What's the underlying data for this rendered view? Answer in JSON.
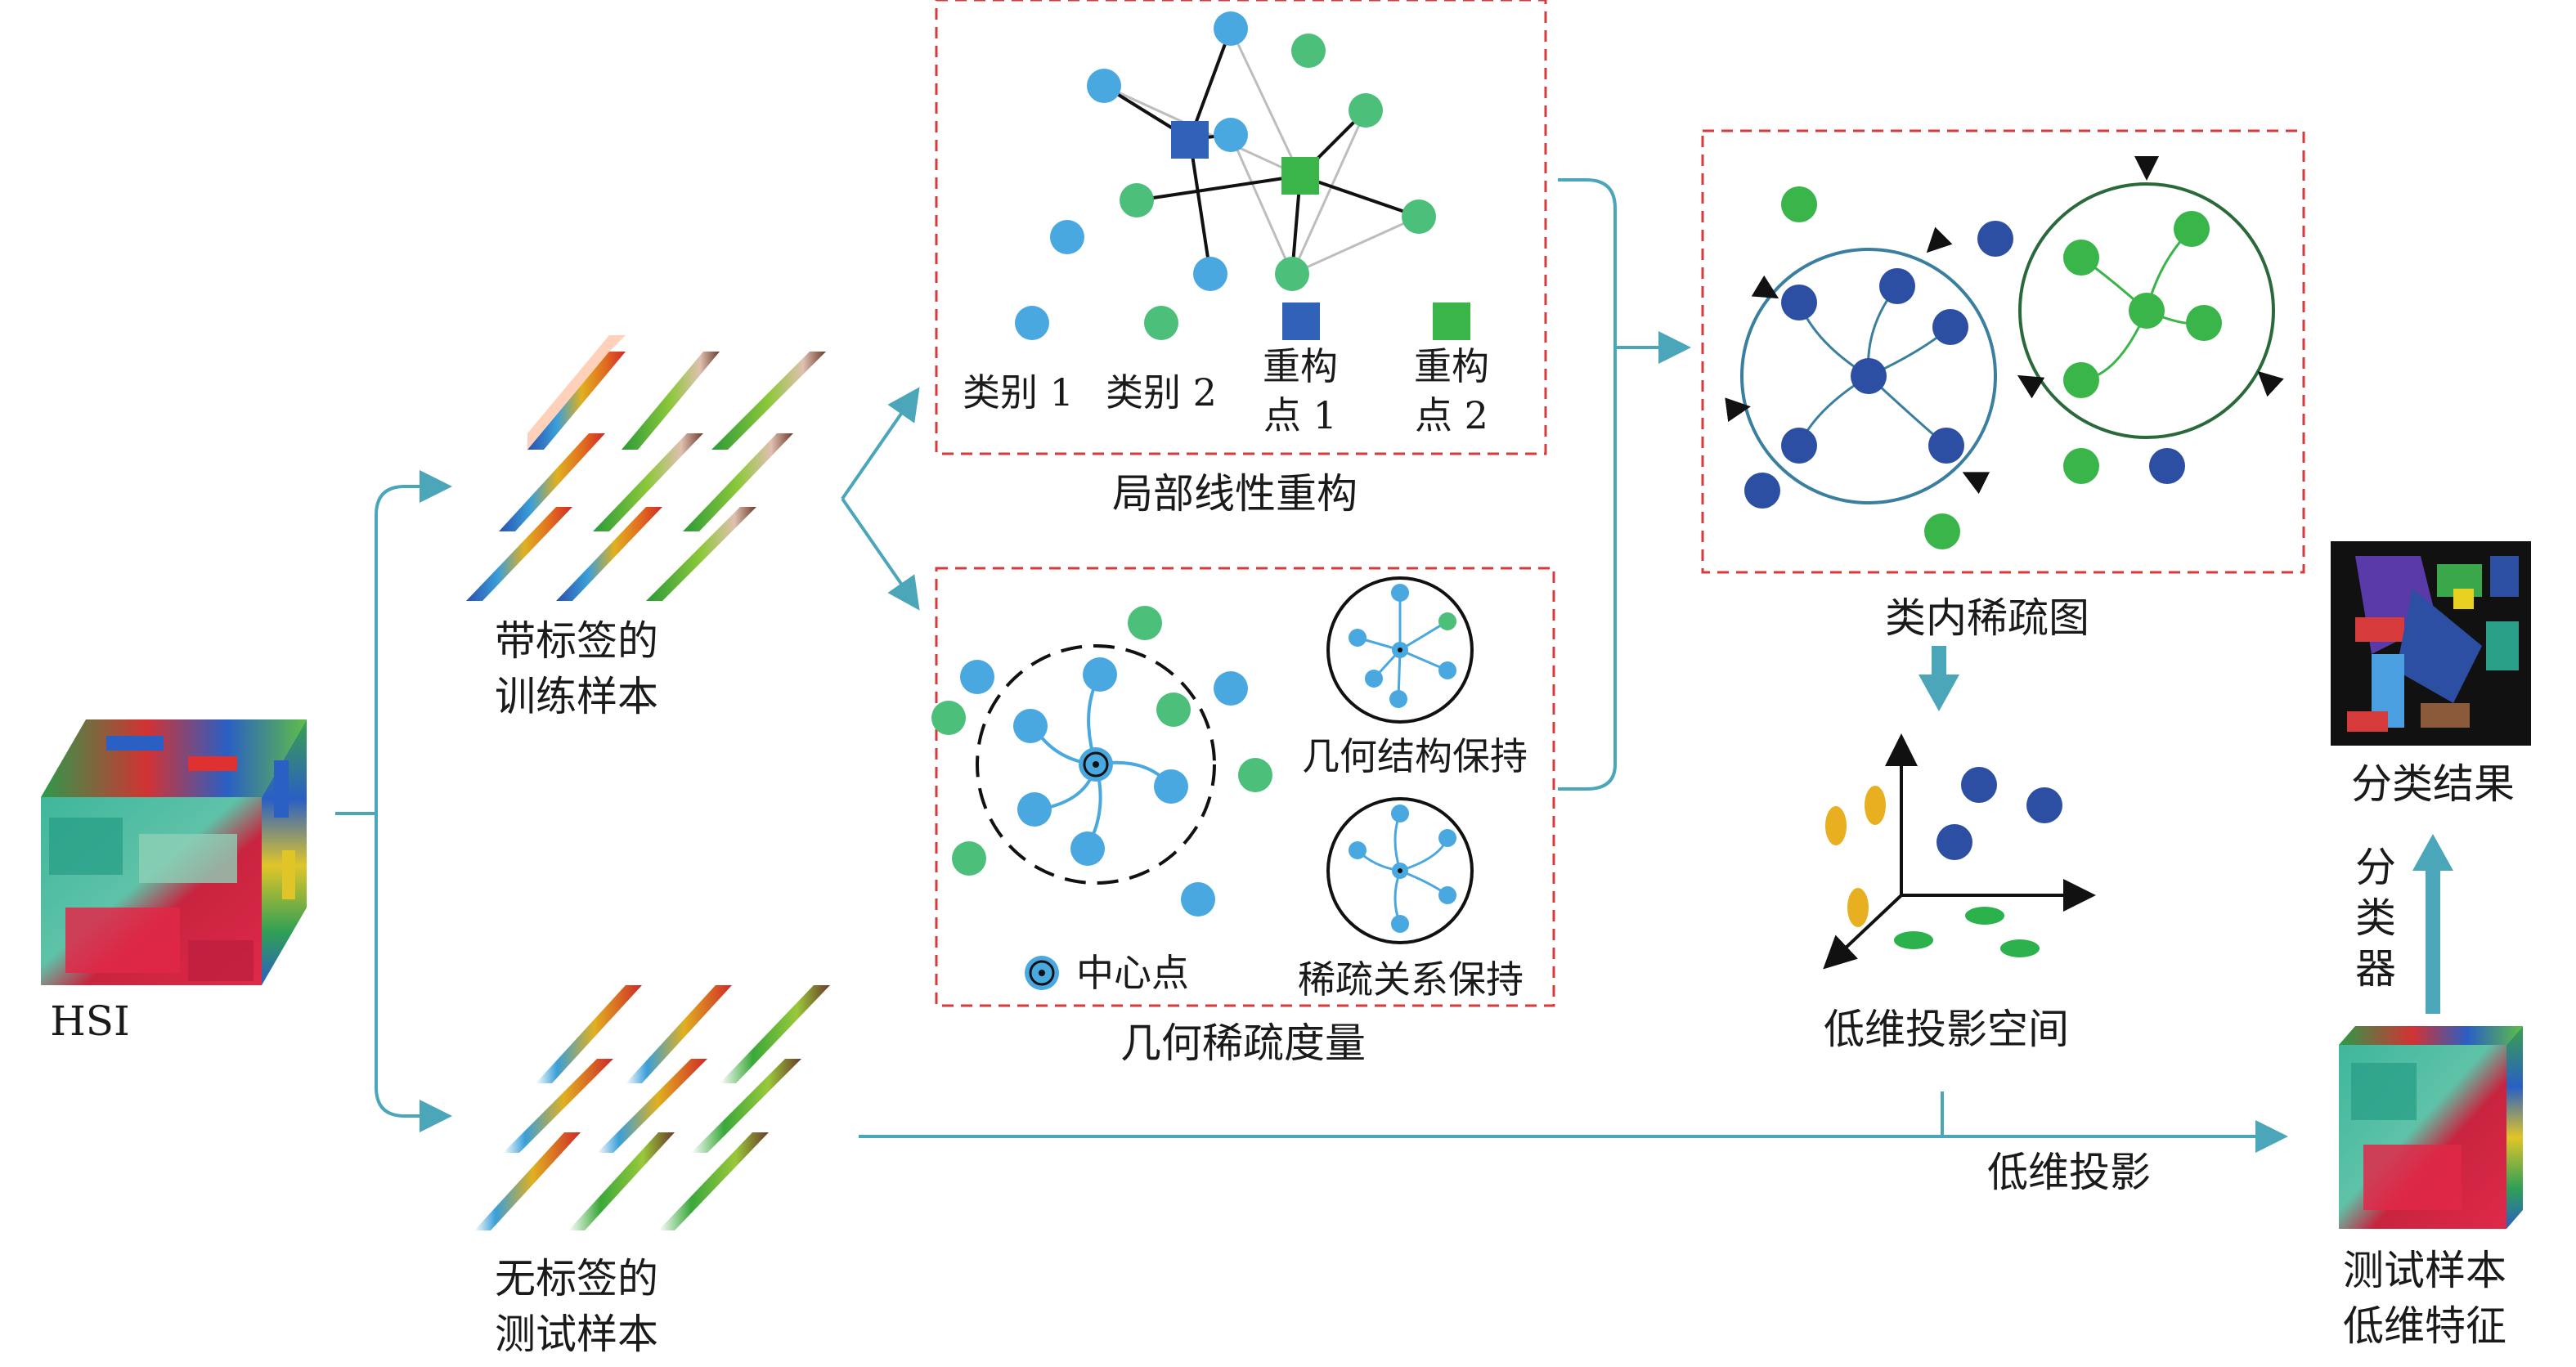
{
  "labels": {
    "hsi": "HSI",
    "labeled_samples": [
      "带标签的",
      "训练样本"
    ],
    "unlabeled_samples": [
      "无标签的",
      "测试样本"
    ],
    "local_linear_reconstruction": "局部线性重构",
    "class_1": "类别 1",
    "class_2": "类别 2",
    "recon_point_1": [
      "重构",
      "点 1"
    ],
    "recon_point_2": [
      "重构",
      "点 2"
    ],
    "geometric_sparsity_measure": "几何稀疏度量",
    "center_point": "中心点",
    "geometry_preservation": "几何结构保持",
    "sparse_relation_preservation": "稀疏关系保持",
    "intra_class_sparse_graph": "类内稀疏图",
    "low_dim_projection_space": "低维投影空间",
    "low_dim_projection": "低维投影",
    "classification_result": "分类结果",
    "classifier": [
      "分",
      "类",
      "器"
    ],
    "test_low_dim_features": [
      "测试样本",
      "低维特征"
    ]
  },
  "colors": {
    "arrow": "#4aa6b8",
    "dashed_box": "#d63a3a",
    "class_1": "#4aa8e0",
    "class_2": "#4cbf7a",
    "recon_1": "#2f62b8",
    "recon_2": "#3ab54a",
    "graph_blue": "#2c4fa3",
    "graph_green": "#3ab54a",
    "yellow": "#e8b020",
    "green_ellipse": "#2bb24c"
  },
  "icons": [
    "hsi-cube-icon",
    "spectral-vector-icon",
    "classification-map-icon",
    "feature-cube-icon"
  ]
}
